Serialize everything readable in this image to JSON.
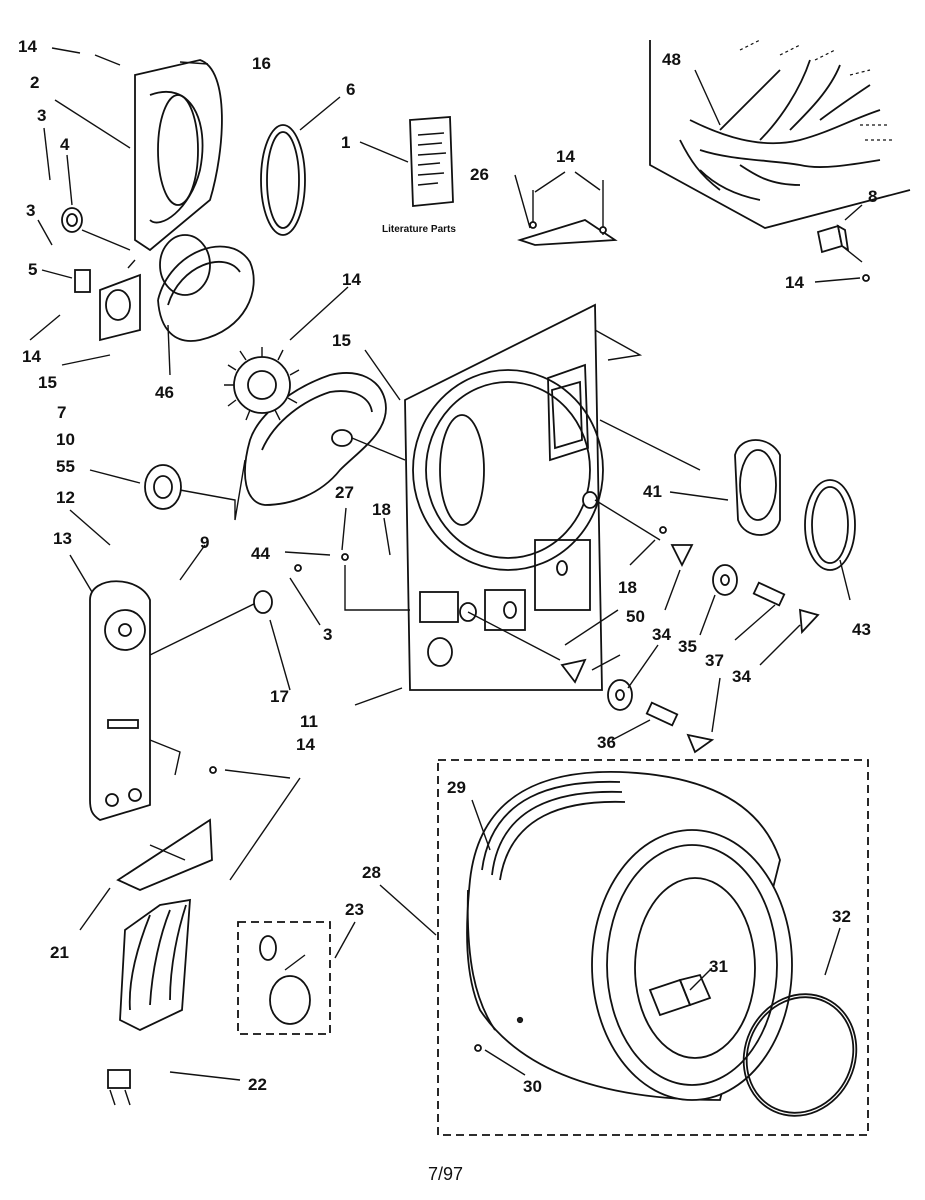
{
  "callouts": {
    "c14a": "14",
    "c16": "16",
    "c2": "2",
    "c6": "6",
    "c3a": "3",
    "c4": "4",
    "c3b": "3",
    "c5": "5",
    "c14b": "14",
    "c15a": "15",
    "c46": "46",
    "c7": "7",
    "c10": "10",
    "c55": "55",
    "c12": "12",
    "c13": "13",
    "c9": "9",
    "c44": "44",
    "c3c": "3",
    "c17": "17",
    "c11": "11",
    "c14c": "14",
    "c21": "21",
    "c22": "22",
    "c23": "23",
    "c1": "1",
    "c26": "26",
    "c14d": "14",
    "c48": "48",
    "c8": "8",
    "c14e": "14",
    "c14f": "14",
    "c15b": "15",
    "c27": "27",
    "c18a": "18",
    "c41": "41",
    "c43": "43",
    "c18b": "18",
    "c50": "50",
    "c34a": "34",
    "c35": "35",
    "c37": "37",
    "c34b": "34",
    "c36": "36",
    "c29": "29",
    "c28": "28",
    "c32": "32",
    "c31": "31",
    "c30": "30"
  },
  "literature_label": "Literature Parts",
  "footer_date": "7/97"
}
